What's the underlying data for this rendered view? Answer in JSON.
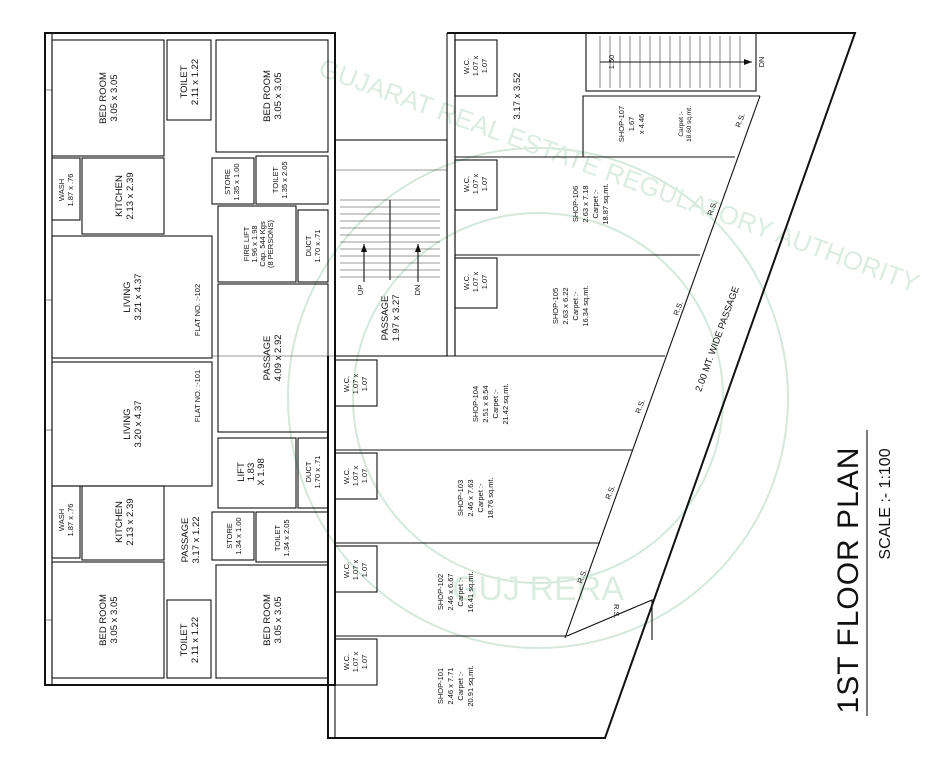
{
  "title": {
    "main": "1ST FLOOR PLAN",
    "scale": "SCALE :- 1:100"
  },
  "watermark": {
    "bottom": "GUJ RERA",
    "ring": "GUJARAT REAL ESTATE REGULATORY AUTHORITY"
  },
  "rooms": [
    {
      "name": "BED ROOM",
      "size": "3.05 x 3.05"
    },
    {
      "name": "TOILET",
      "size": "2.11 x 1.22"
    },
    {
      "name": "BED ROOM",
      "size": "3.05 x 3.05"
    },
    {
      "name": "WASH",
      "size": "1.87 x .76"
    },
    {
      "name": "KITCHEN",
      "size": "2.13 x 2.39"
    },
    {
      "name": "STORE",
      "size": "1.35 x 1.00"
    },
    {
      "name": "TOILET",
      "size": "1.35 x 2.05"
    },
    {
      "name": "FIRE LIFT",
      "size": "1.96 x 1.98",
      "note1": "Cap. 544 Kgs",
      "note2": "(8 PERSONS)"
    },
    {
      "name": "DUCT",
      "size": "1.70 x .71"
    },
    {
      "name": "LIVING",
      "size": "3.21 x 4.37"
    },
    {
      "name": "FLAT NO. :-102"
    },
    {
      "name": "PASSAGE",
      "size": "4.09 x 2.92"
    },
    {
      "name": "FLAT NO. :-101"
    },
    {
      "name": "LIVING",
      "size": "3.20 x 4.37"
    },
    {
      "name": "LIFT",
      "size": "1.83",
      "size2": "X 1.98"
    },
    {
      "name": "DUCT",
      "size": "1.70 x .71"
    },
    {
      "name": "WASH",
      "size": "1.87 x .76"
    },
    {
      "name": "KITCHEN",
      "size": "2.13 x 2.39"
    },
    {
      "name": "PASSAGE",
      "size": "3.17 x 1.22"
    },
    {
      "name": "STORE",
      "size": "1.34 x 1.00"
    },
    {
      "name": "TOILET",
      "size": "1.34 x 2.05"
    },
    {
      "name": "BED ROOM",
      "size": "3.05 x 3.05"
    },
    {
      "name": "TOILET",
      "size": "2.11 x 1.22"
    },
    {
      "name": "BED ROOM",
      "size": "3.05 x 3.05"
    }
  ],
  "stair": {
    "name": "PASSAGE",
    "size": "1.97 x 3.27",
    "up": "UP",
    "dn": "DN"
  },
  "top_stair": {
    "dn": "DN",
    "width": "1.50"
  },
  "wc": [
    "W.C.",
    "1.07 x",
    "1.07"
  ],
  "shops": [
    {
      "name": "SHOP-101",
      "size": "2.46 x 7.71",
      "carpet_label": "Carpet :-",
      "carpet": "20.91 sq.mt."
    },
    {
      "name": "SHOP-102",
      "size": "2.46 x 6.67",
      "carpet_label": "Carpet :-",
      "carpet": "16.41 sq.mt."
    },
    {
      "name": "SHOP-103",
      "size": "2.46 x 7.63",
      "carpet_label": "Carpet :-",
      "carpet": "18.76 sq.mt."
    },
    {
      "name": "SHOP-104",
      "size": "2.51 x 8.54",
      "carpet_label": "Carpet :-",
      "carpet": "21.42 sq.mt."
    },
    {
      "name": "SHOP-105",
      "size": "2.63 x 6.22",
      "carpet_label": "Carpet :-",
      "carpet": "16.34 sq.mt."
    },
    {
      "name": "SHOP-106",
      "size": "2.63 x 7.18",
      "carpet_label": "Carpet :-",
      "carpet": "18.87 sq.mt."
    },
    {
      "name": "SHOP-107",
      "size": "1.67",
      "size2": "x 4.46",
      "carpet_label": "Carpet :-",
      "carpet": "18.60 sq.mt."
    },
    {
      "size": "3.17 x 3.52"
    }
  ],
  "markers": {
    "rs": "R.S.",
    "passage": "2.00 MT. WIDE PASSAGE"
  }
}
